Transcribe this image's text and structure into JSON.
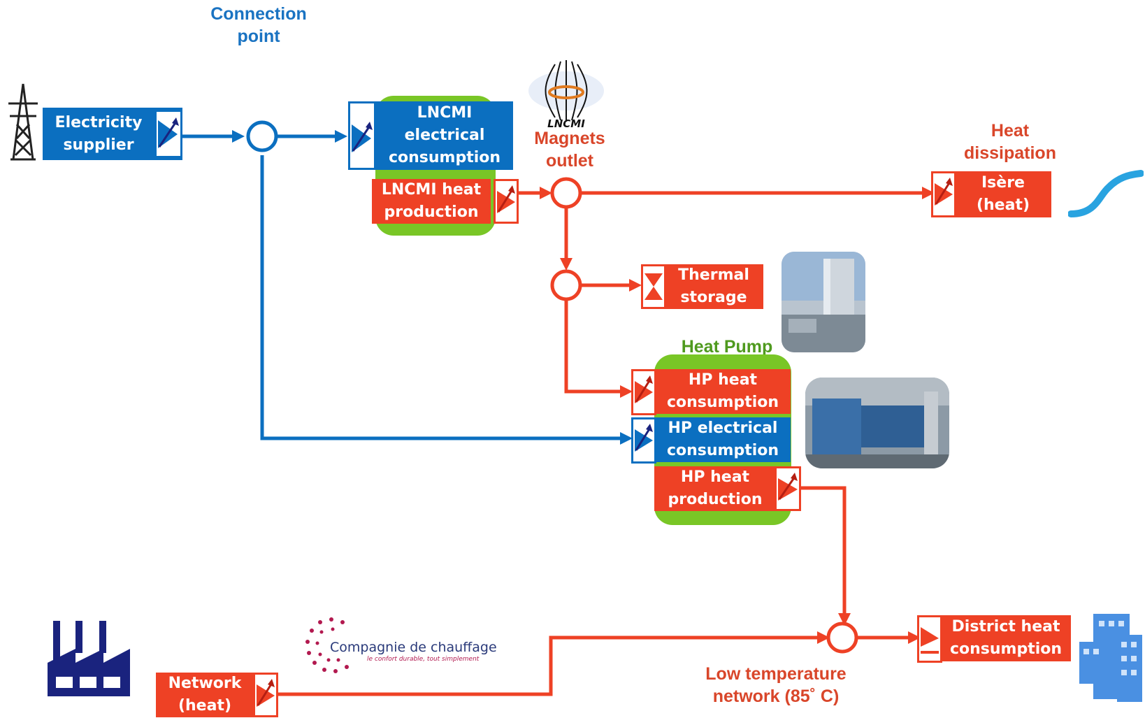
{
  "labels": {
    "connection_point": [
      "Connection",
      "point"
    ],
    "magnets_outlet": [
      "Magnets",
      "outlet"
    ],
    "heat_dissipation": [
      "Heat",
      "dissipation"
    ],
    "heat_pump": "Heat Pump",
    "low_temp_network": [
      "Low temperature",
      "network (85˚ C)"
    ]
  },
  "boxes": {
    "electricity_supplier": [
      "Electricity",
      "supplier"
    ],
    "lncmi_electrical": [
      "LNCMI",
      "electrical",
      "consumption"
    ],
    "lncmi_heat": [
      "LNCMI heat",
      "production"
    ],
    "isere": [
      "Isère",
      "(heat)"
    ],
    "thermal_storage": [
      "Thermal",
      "storage"
    ],
    "hp_heat_consumption": [
      "HP heat",
      "consumption"
    ],
    "hp_electrical": [
      "HP electrical",
      "consumption"
    ],
    "hp_heat_production": [
      "HP heat",
      "production"
    ],
    "district_heat": [
      "District heat",
      "consumption"
    ],
    "network_heat": [
      "Network",
      "(heat)"
    ]
  },
  "logos": {
    "lncmi": "LNCMI",
    "compagnie_name": "Compagnie de chauffage",
    "compagnie_tagline": "le confort durable, tout simplement"
  },
  "colors": {
    "electric_blue": "#0b6fc0",
    "heat_red": "#ee4125",
    "device_green": "#79c626",
    "label_blue": "#1a73c2",
    "label_red": "#d9462a",
    "label_green": "#4f9a1e",
    "icon_navy": "#1a237e"
  },
  "icons": [
    "pylon-icon",
    "factory-icon",
    "buildings-icon",
    "river-icon",
    "lncmi-magnet-icon",
    "compagnie-logo-icon",
    "storage-tank-photo",
    "heat-pump-photo"
  ]
}
